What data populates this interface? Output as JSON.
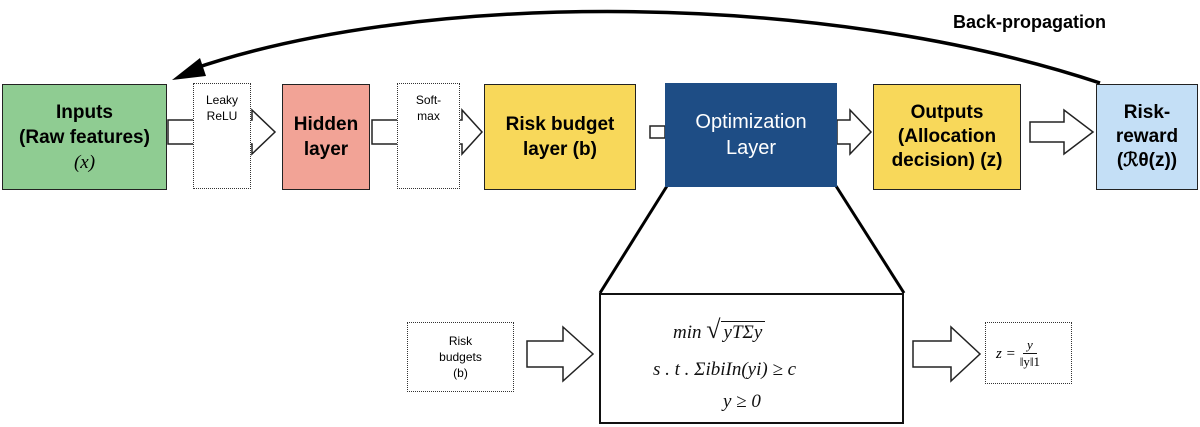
{
  "backprop_label": "Back-propagation",
  "inputs": {
    "line1": "Inputs",
    "line2": "(Raw features)",
    "var": "(x)",
    "color": "#8fcc92"
  },
  "activation1": {
    "line1": "Leaky",
    "line2": "ReLU"
  },
  "hidden": {
    "line1": "Hidden",
    "line2": "layer",
    "color": "#f2a396"
  },
  "activation2": {
    "line1": "Soft-",
    "line2": "max"
  },
  "risk_budget": {
    "line1": "Risk budget",
    "line2": "layer (b)",
    "color": "#f8d85a"
  },
  "optimization": {
    "line1": "Optimization",
    "line2": "Layer",
    "color": "#1e4d85"
  },
  "outputs": {
    "line1": "Outputs",
    "line2": "(Allocation",
    "line3": "decision) (z)",
    "color": "#f8d85a"
  },
  "reward": {
    "line1": "Risk-",
    "line2": "reward",
    "line3": "(ℛθ(z))",
    "color": "#c4dff6"
  },
  "risk_budgets_input": {
    "line1": "Risk",
    "line2": "budgets",
    "line3": "(b)"
  },
  "problem": {
    "objective": "min",
    "sqrt_body": "yTΣy",
    "constraint": "s . t . ΣibiIn(yi) ≥ c",
    "nonneg": "y ≥ 0"
  },
  "normalization": {
    "lhs": "z =",
    "num": "y",
    "den": "‖y‖1"
  }
}
